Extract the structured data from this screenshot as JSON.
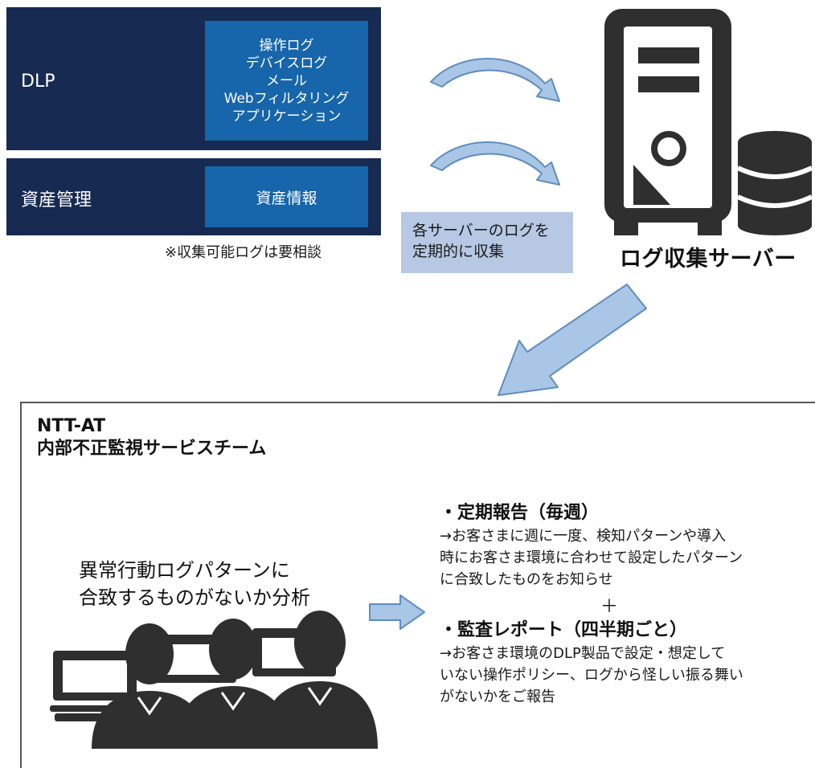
{
  "sources": {
    "dlp": {
      "label": "DLP",
      "items": [
        "操作ログ",
        "デバイスログ",
        "メール",
        "Webフィルタリング",
        "アプリケーション"
      ]
    },
    "asset": {
      "label": "資産管理",
      "item": "資産情報"
    },
    "note": "※収集可能ログは要相談"
  },
  "collect_note": {
    "line1": "各サーバーのログを",
    "line2": "定期的に収集"
  },
  "server": {
    "label": "ログ収集サーバー"
  },
  "team": {
    "org": "NTT-AT",
    "name": "内部不正監視サービスチーム",
    "analysis_line1": "異常行動ログパターンに",
    "analysis_line2": "合致するものがないか分析",
    "weekly": {
      "heading": "・定期報告（毎週）",
      "line1": "→お客さまに週に一度、検知パターンや導入",
      "line2": "時にお客さま環境に合わせて設定したパターン",
      "line3": "に合致したものをお知らせ"
    },
    "plus": "＋",
    "quarterly": {
      "heading": "・監査レポート（四半期ごと）",
      "line1": "→お客さま環境のDLP製品で設定・想定して",
      "line2": "いない操作ポリシー、ログから怪しい振る舞い",
      "line3": "がないかをご報告"
    }
  },
  "colors": {
    "panel_navy": "#172a52",
    "panel_inner_blue": "#1765aa",
    "collect_box": "#b6c8e3",
    "arrow_fill": "#a9c6e6",
    "arrow_stroke": "#5f8dbf",
    "icon_dark": "#2f2f2f"
  }
}
